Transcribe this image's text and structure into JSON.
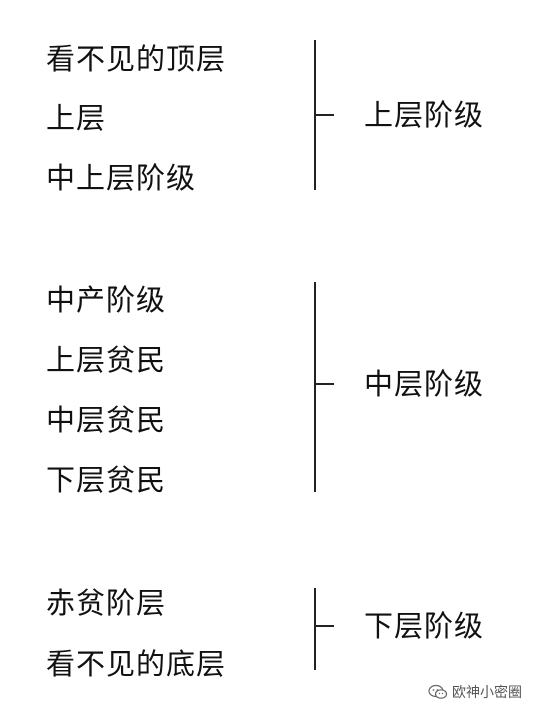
{
  "groups": [
    {
      "items": [
        "看不见的顶层",
        "上层",
        "中上层阶级"
      ],
      "label": "上层阶级"
    },
    {
      "items": [
        "中产阶级",
        "上层贫民",
        "中层贫民",
        "下层贫民"
      ],
      "label": "中层阶级"
    },
    {
      "items": [
        "赤贫阶层",
        "看不见的底层"
      ],
      "label": "下层阶级"
    }
  ],
  "watermark": {
    "icon": "wechat-icon",
    "text": "欧神小密圈"
  }
}
